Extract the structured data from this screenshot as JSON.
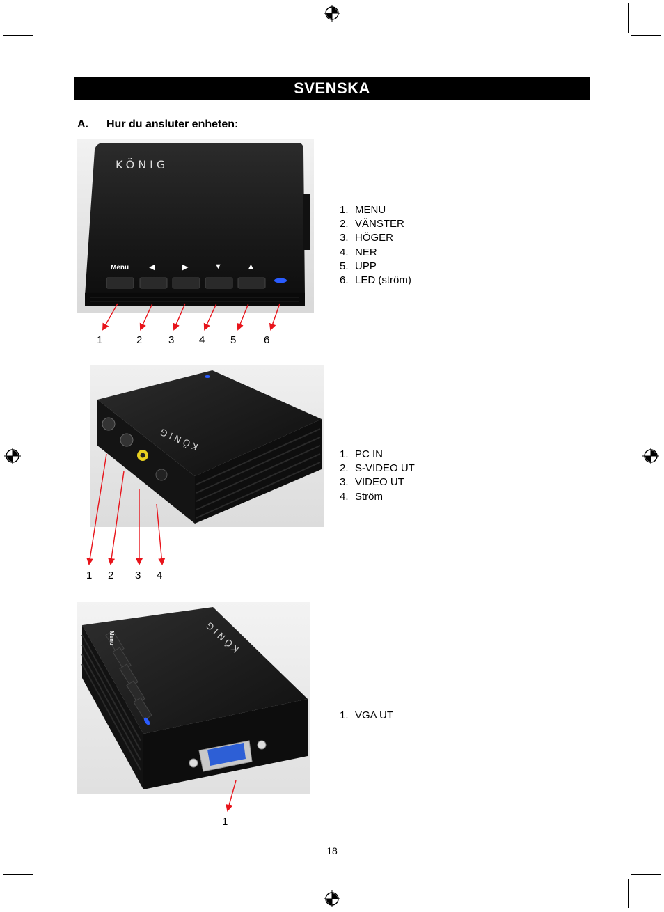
{
  "header": {
    "title": "SVENSKA"
  },
  "section": {
    "letter": "A.",
    "title": "Hur du ansluter enheten:"
  },
  "figure1": {
    "logo": "KÖNIG",
    "button_labels": [
      "Menu",
      "◀",
      "▶",
      "▼",
      "▲"
    ],
    "callouts": [
      "1",
      "2",
      "3",
      "4",
      "5",
      "6"
    ],
    "legend": [
      {
        "num": "1.",
        "text": "MENU"
      },
      {
        "num": "2.",
        "text": "VÄNSTER"
      },
      {
        "num": "3.",
        "text": "HÖGER"
      },
      {
        "num": "4.",
        "text": "NER"
      },
      {
        "num": "5.",
        "text": "UPP"
      },
      {
        "num": "6.",
        "text": "LED (ström)"
      }
    ]
  },
  "figure2": {
    "logo": "KÖNIG",
    "callouts": [
      "1",
      "2",
      "3",
      "4"
    ],
    "legend": [
      {
        "num": "1.",
        "text": "PC IN"
      },
      {
        "num": "2.",
        "text": "S-VIDEO UT"
      },
      {
        "num": "3.",
        "text": "VIDEO UT"
      },
      {
        "num": "4.",
        "text": "Ström"
      }
    ]
  },
  "figure3": {
    "logo": "KÖNIG",
    "button_label": "Menu",
    "callouts": [
      "1"
    ],
    "legend": [
      {
        "num": "1.",
        "text": "VGA UT"
      }
    ]
  },
  "footer": {
    "page_number": "18"
  },
  "colors": {
    "arrow": "#e8141b",
    "device": "#151515",
    "led": "#2a5cff",
    "vga": "#2d5fd6"
  }
}
